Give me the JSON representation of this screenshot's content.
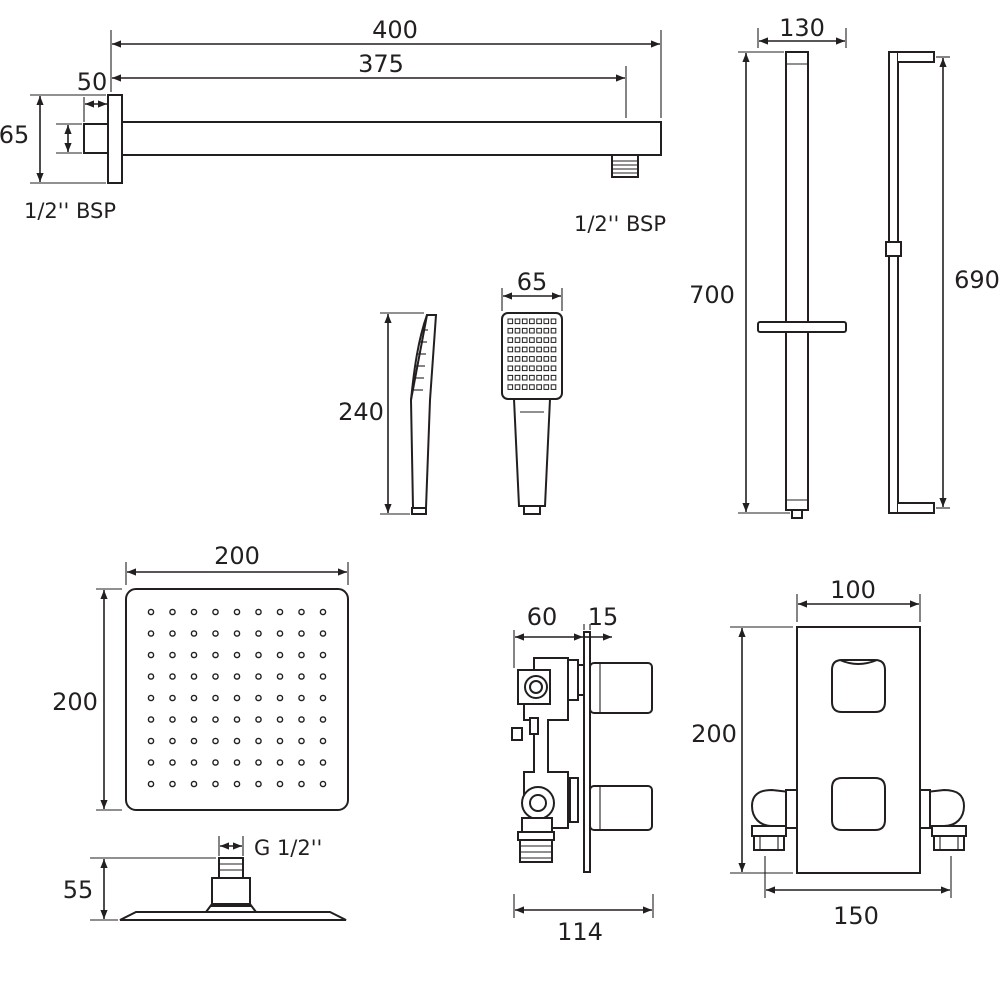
{
  "dimensions": {
    "arm_total_length": "400",
    "arm_length": "375",
    "arm_backplate_depth": "50",
    "arm_backplate_height": "65",
    "arm_wall_thread": "1/2'' BSP",
    "arm_outlet_thread": "1/2'' BSP",
    "riser_width": "130",
    "riser_height": "700",
    "riser_inner_height": "690",
    "handset_width": "65",
    "handset_height": "240",
    "head_width": "200",
    "head_height": "200",
    "head_thread": "G 1/2''",
    "head_profile_height": "55",
    "valve_body_depth": "60",
    "valve_plate_depth": "15",
    "valve_total_depth": "114",
    "valve_plate_width": "100",
    "valve_plate_height": "200",
    "valve_fittings_width": "150"
  },
  "colors": {
    "line": "#231f20",
    "background": "#ffffff"
  }
}
